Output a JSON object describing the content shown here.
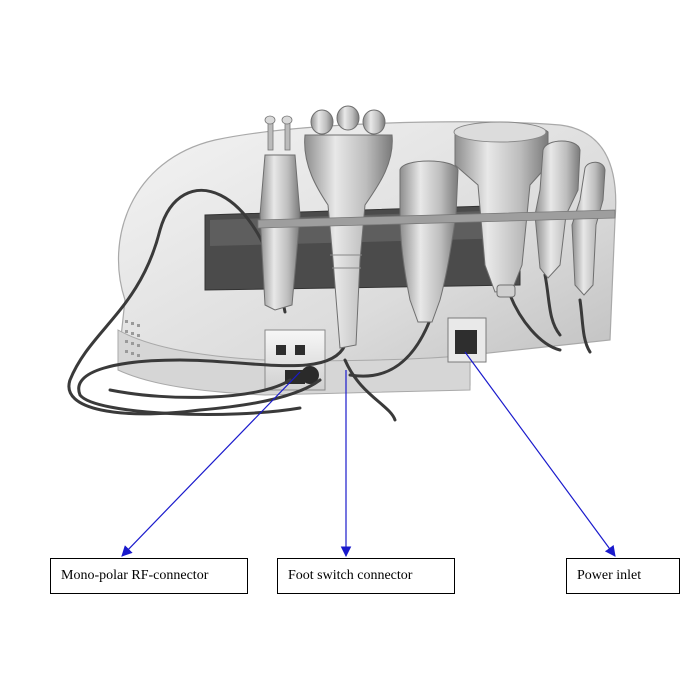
{
  "labels": {
    "mono_polar_rf": "Mono-polar RF-connector",
    "foot_switch": "Foot switch connector",
    "power_inlet": "Power inlet"
  },
  "colors": {
    "leader_line": "#1a1acc",
    "device_body": "#e6e6e6",
    "cable": "#3a3a3a",
    "handpiece_metal": "#b8b8b8"
  },
  "icons": {
    "device": "beauty-machine-illustration",
    "arrow": "arrowhead"
  }
}
